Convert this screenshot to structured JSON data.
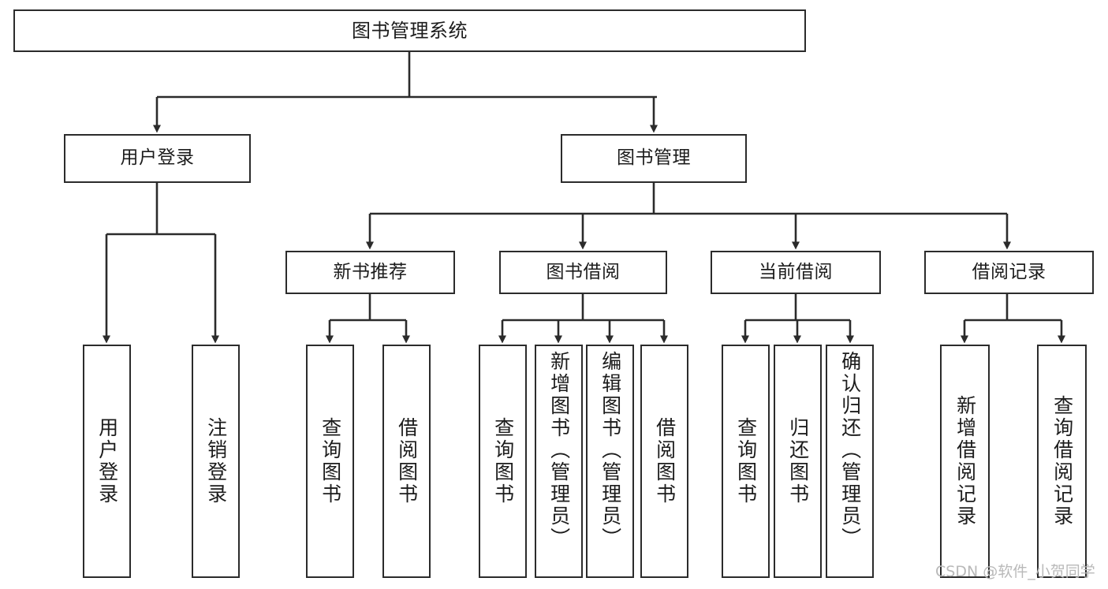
{
  "diagram": {
    "type": "tree",
    "title": "图书管理系统",
    "orientation": "top-down",
    "colors": {
      "box_border": "#2b2b2b",
      "box_fill": "#ffffff",
      "connector": "#2b2b2b",
      "text": "#1c1c1c",
      "watermark": "#b9b9b9"
    },
    "root": {
      "label": "图书管理系统"
    },
    "level1": [
      {
        "label": "用户登录"
      },
      {
        "label": "图书管理"
      }
    ],
    "level2": [
      {
        "label": "新书推荐"
      },
      {
        "label": "图书借阅"
      },
      {
        "label": "当前借阅"
      },
      {
        "label": "借阅记录"
      }
    ],
    "leaves": {
      "user_login": [
        {
          "label": "用户登录"
        },
        {
          "label": "注销登录"
        }
      ],
      "new_book_recommend": [
        {
          "label": "查询图书"
        },
        {
          "label": "借阅图书"
        }
      ],
      "book_borrow": [
        {
          "label": "查询图书"
        },
        {
          "label": "新增图书（管理员）"
        },
        {
          "label": "编辑图书（管理员）"
        },
        {
          "label": "借阅图书"
        }
      ],
      "current_borrow": [
        {
          "label": "查询图书"
        },
        {
          "label": "归还图书"
        },
        {
          "label": "确认归还（管理员）"
        }
      ],
      "borrow_record": [
        {
          "label": "新增借阅记录"
        },
        {
          "label": "查询借阅记录"
        }
      ]
    }
  },
  "watermark": {
    "text": "CSDN @软件_小贺同学"
  }
}
